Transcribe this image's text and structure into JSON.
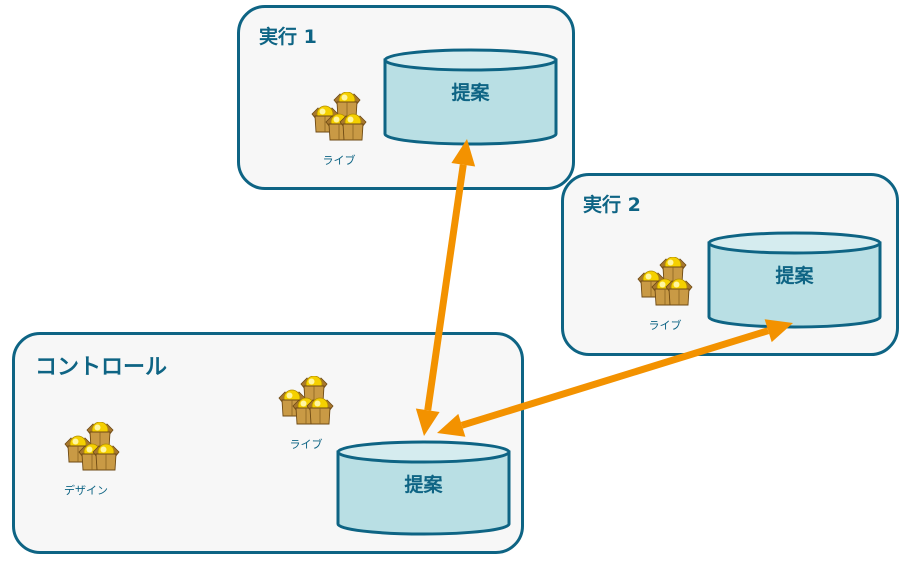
{
  "colors": {
    "border": "#0e6484",
    "panel": "#f7f7f7",
    "cylinder_fill": "#b9dfe4",
    "cylinder_top": "#d5ecef",
    "arrow": "#f39200",
    "package_box": "#c99a45",
    "package_sphere": "#f5d000"
  },
  "environments": {
    "run1": {
      "title": "実行 1",
      "packages": [
        {
          "label": "ライブ",
          "icon": "package-group-icon"
        }
      ],
      "store": {
        "label": "提案",
        "icon": "database-cylinder-icon"
      }
    },
    "run2": {
      "title": "実行 2",
      "packages": [
        {
          "label": "ライブ",
          "icon": "package-group-icon"
        }
      ],
      "store": {
        "label": "提案",
        "icon": "database-cylinder-icon"
      }
    },
    "control": {
      "title": "コントロール",
      "packages": [
        {
          "label": "デザイン",
          "icon": "package-group-icon"
        },
        {
          "label": "ライブ",
          "icon": "package-group-icon"
        }
      ],
      "store": {
        "label": "提案",
        "icon": "database-cylinder-icon"
      }
    }
  },
  "connections": [
    {
      "from": "control.store",
      "to": "run1.store",
      "direction": "bidirectional"
    },
    {
      "from": "control.store",
      "to": "run2.store",
      "direction": "bidirectional"
    }
  ]
}
